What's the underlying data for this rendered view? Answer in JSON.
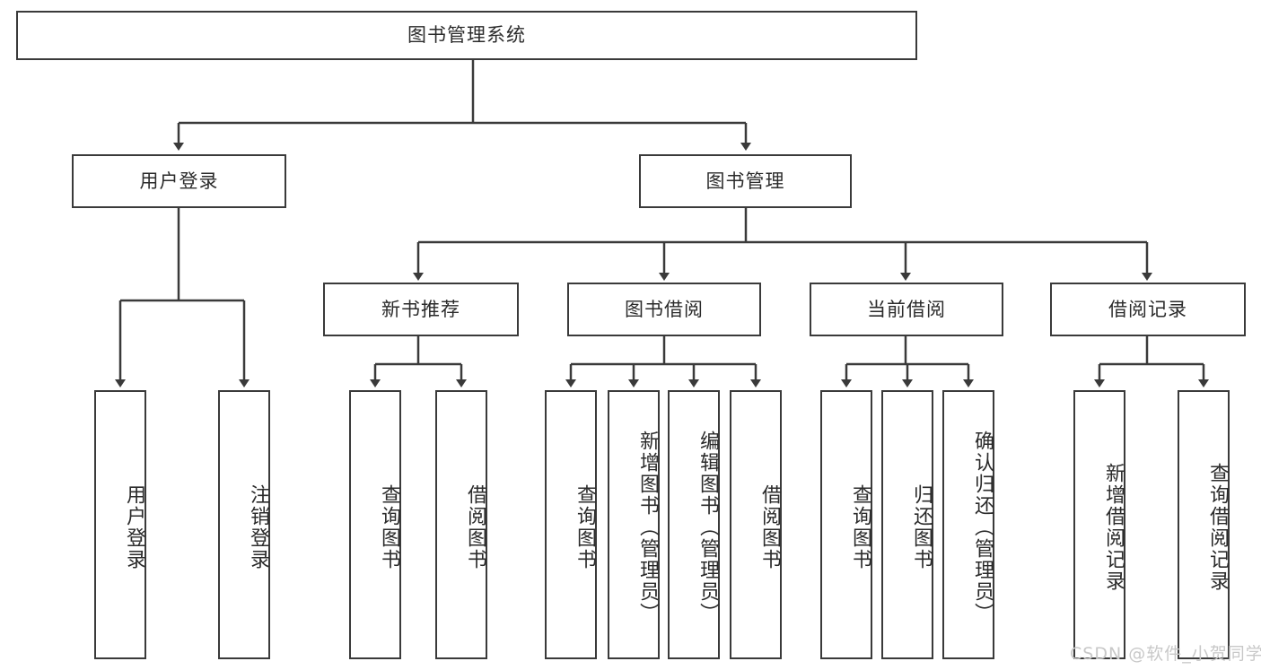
{
  "diagram": {
    "title": "图书管理系统",
    "type": "hierarchy-tree",
    "root": {
      "label": "图书管理系统"
    },
    "level2": [
      {
        "label": "用户登录"
      },
      {
        "label": "图书管理"
      }
    ],
    "level3": [
      {
        "label": "新书推荐"
      },
      {
        "label": "图书借阅"
      },
      {
        "label": "当前借阅"
      },
      {
        "label": "借阅记录"
      }
    ],
    "leaves": {
      "user_login": [
        {
          "label": "用户登录"
        },
        {
          "label": "注销登录"
        }
      ],
      "new_book_recommend": [
        {
          "label": "查询图书"
        },
        {
          "label": "借阅图书"
        }
      ],
      "book_borrow": [
        {
          "label": "查询图书"
        },
        {
          "label": "新增图书（管理员）"
        },
        {
          "label": "编辑图书（管理员）"
        },
        {
          "label": "借阅图书"
        }
      ],
      "current_borrow": [
        {
          "label": "查询图书"
        },
        {
          "label": "归还图书"
        },
        {
          "label": "确认归还（管理员）"
        }
      ],
      "borrow_record": [
        {
          "label": "新增借阅记录"
        },
        {
          "label": "查询借阅记录"
        }
      ]
    }
  },
  "watermark": {
    "text": "CSDN @软件_小贺同学"
  },
  "colors": {
    "stroke": "#3a3a3a",
    "text": "#2b2b2b",
    "background": "#ffffff",
    "watermark": "#c8c8c8"
  }
}
